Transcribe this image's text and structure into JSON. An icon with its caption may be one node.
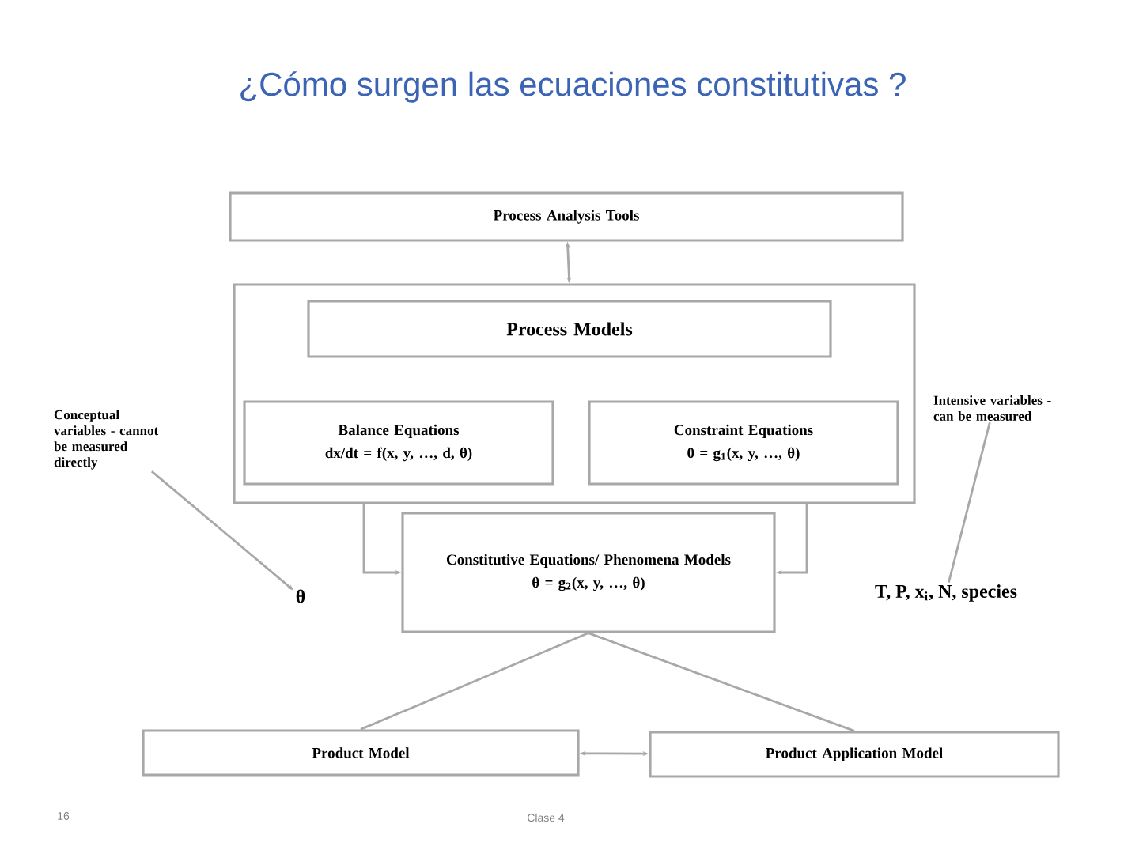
{
  "diagram": {
    "title": "¿Cómo surgen las ecuaciones constitutivas ?",
    "nodes": [
      {
        "text": [
          "Process Analysis Tools"
        ]
      },
      {
        "text": [],
        "shape": "box"
      },
      {
        "text": [
          "Process Models"
        ],
        "in": 1
      },
      {
        "text": [
          "Balance Equations",
          "dx/dt = f(x, y, …, d, θ)"
        ],
        "in": 1
      },
      {
        "text": [
          "Constraint Equations",
          "0 = g$_{1}$(x, y, …, θ)"
        ],
        "in": 1
      },
      {
        "text": [
          "Constitutive Equations/ Phenomena Models",
          "θ = g$_{2}$(x, y, …, θ)"
        ]
      },
      {
        "text": [
          "Conceptual variables - cannot be measured directly"
        ]
      },
      {
        "text": [
          "θ"
        ]
      },
      {
        "text": [
          "Intensive variables - can be measured"
        ]
      },
      {
        "text": [
          "T, P, x$_{i}$, N, species"
        ]
      },
      {
        "text": [
          "Product Model"
        ]
      },
      {
        "text": [
          "Product Application Model"
        ]
      }
    ],
    "edges": [
      {
        "from": 0,
        "to": 1,
        "arrow": "both"
      },
      {
        "from": 1,
        "to": 5,
        "arrow": "to"
      },
      {
        "from": 1,
        "to": 5,
        "arrow": "to"
      },
      {
        "from": 5,
        "to": 10,
        "arrow": "none"
      },
      {
        "from": 5,
        "to": 11,
        "arrow": "none"
      },
      {
        "from": 10,
        "to": 11,
        "arrow": "both"
      },
      {
        "from": 6,
        "to": 7,
        "arrow": "to"
      },
      {
        "from": 8,
        "to": 9,
        "arrow": "none"
      }
    ],
    "labels": [
      "16",
      "Clase 4"
    ]
  }
}
